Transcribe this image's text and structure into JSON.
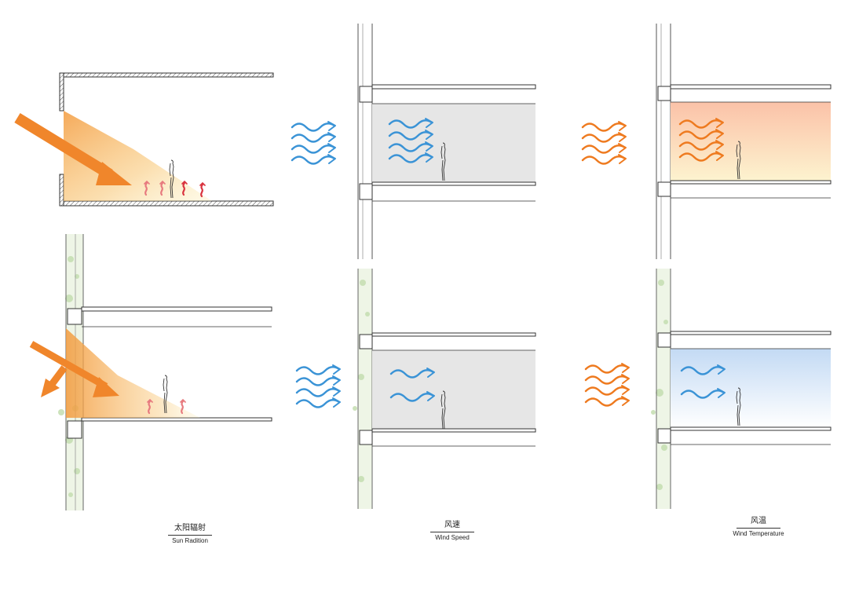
{
  "captions": {
    "sun": {
      "zh": "太阳辐射",
      "en": "Sun Radition"
    },
    "speed": {
      "zh": "风速",
      "en": "Wind Speed"
    },
    "temp": {
      "zh": "风温",
      "en": "Wind Temperature"
    }
  },
  "colors": {
    "sun_orange": "#f39a3c",
    "heat_red": "#d9333f",
    "heat_pink": "#e77a7f",
    "wind_blue": "#3a93d6",
    "wind_orange": "#ee7a1f",
    "room_grey": "#e6e6e6",
    "warm_top": "#fbc4a6",
    "warm_bottom": "#fdf2cf",
    "cool_top": "#c6dcf4",
    "plant_green": "#c7dfb4",
    "line": "#333333"
  },
  "icons": [
    "sun-ray-arrow",
    "heat-wave-icon",
    "wind-arrow-icon",
    "human-figure-icon",
    "greenery-facade"
  ]
}
